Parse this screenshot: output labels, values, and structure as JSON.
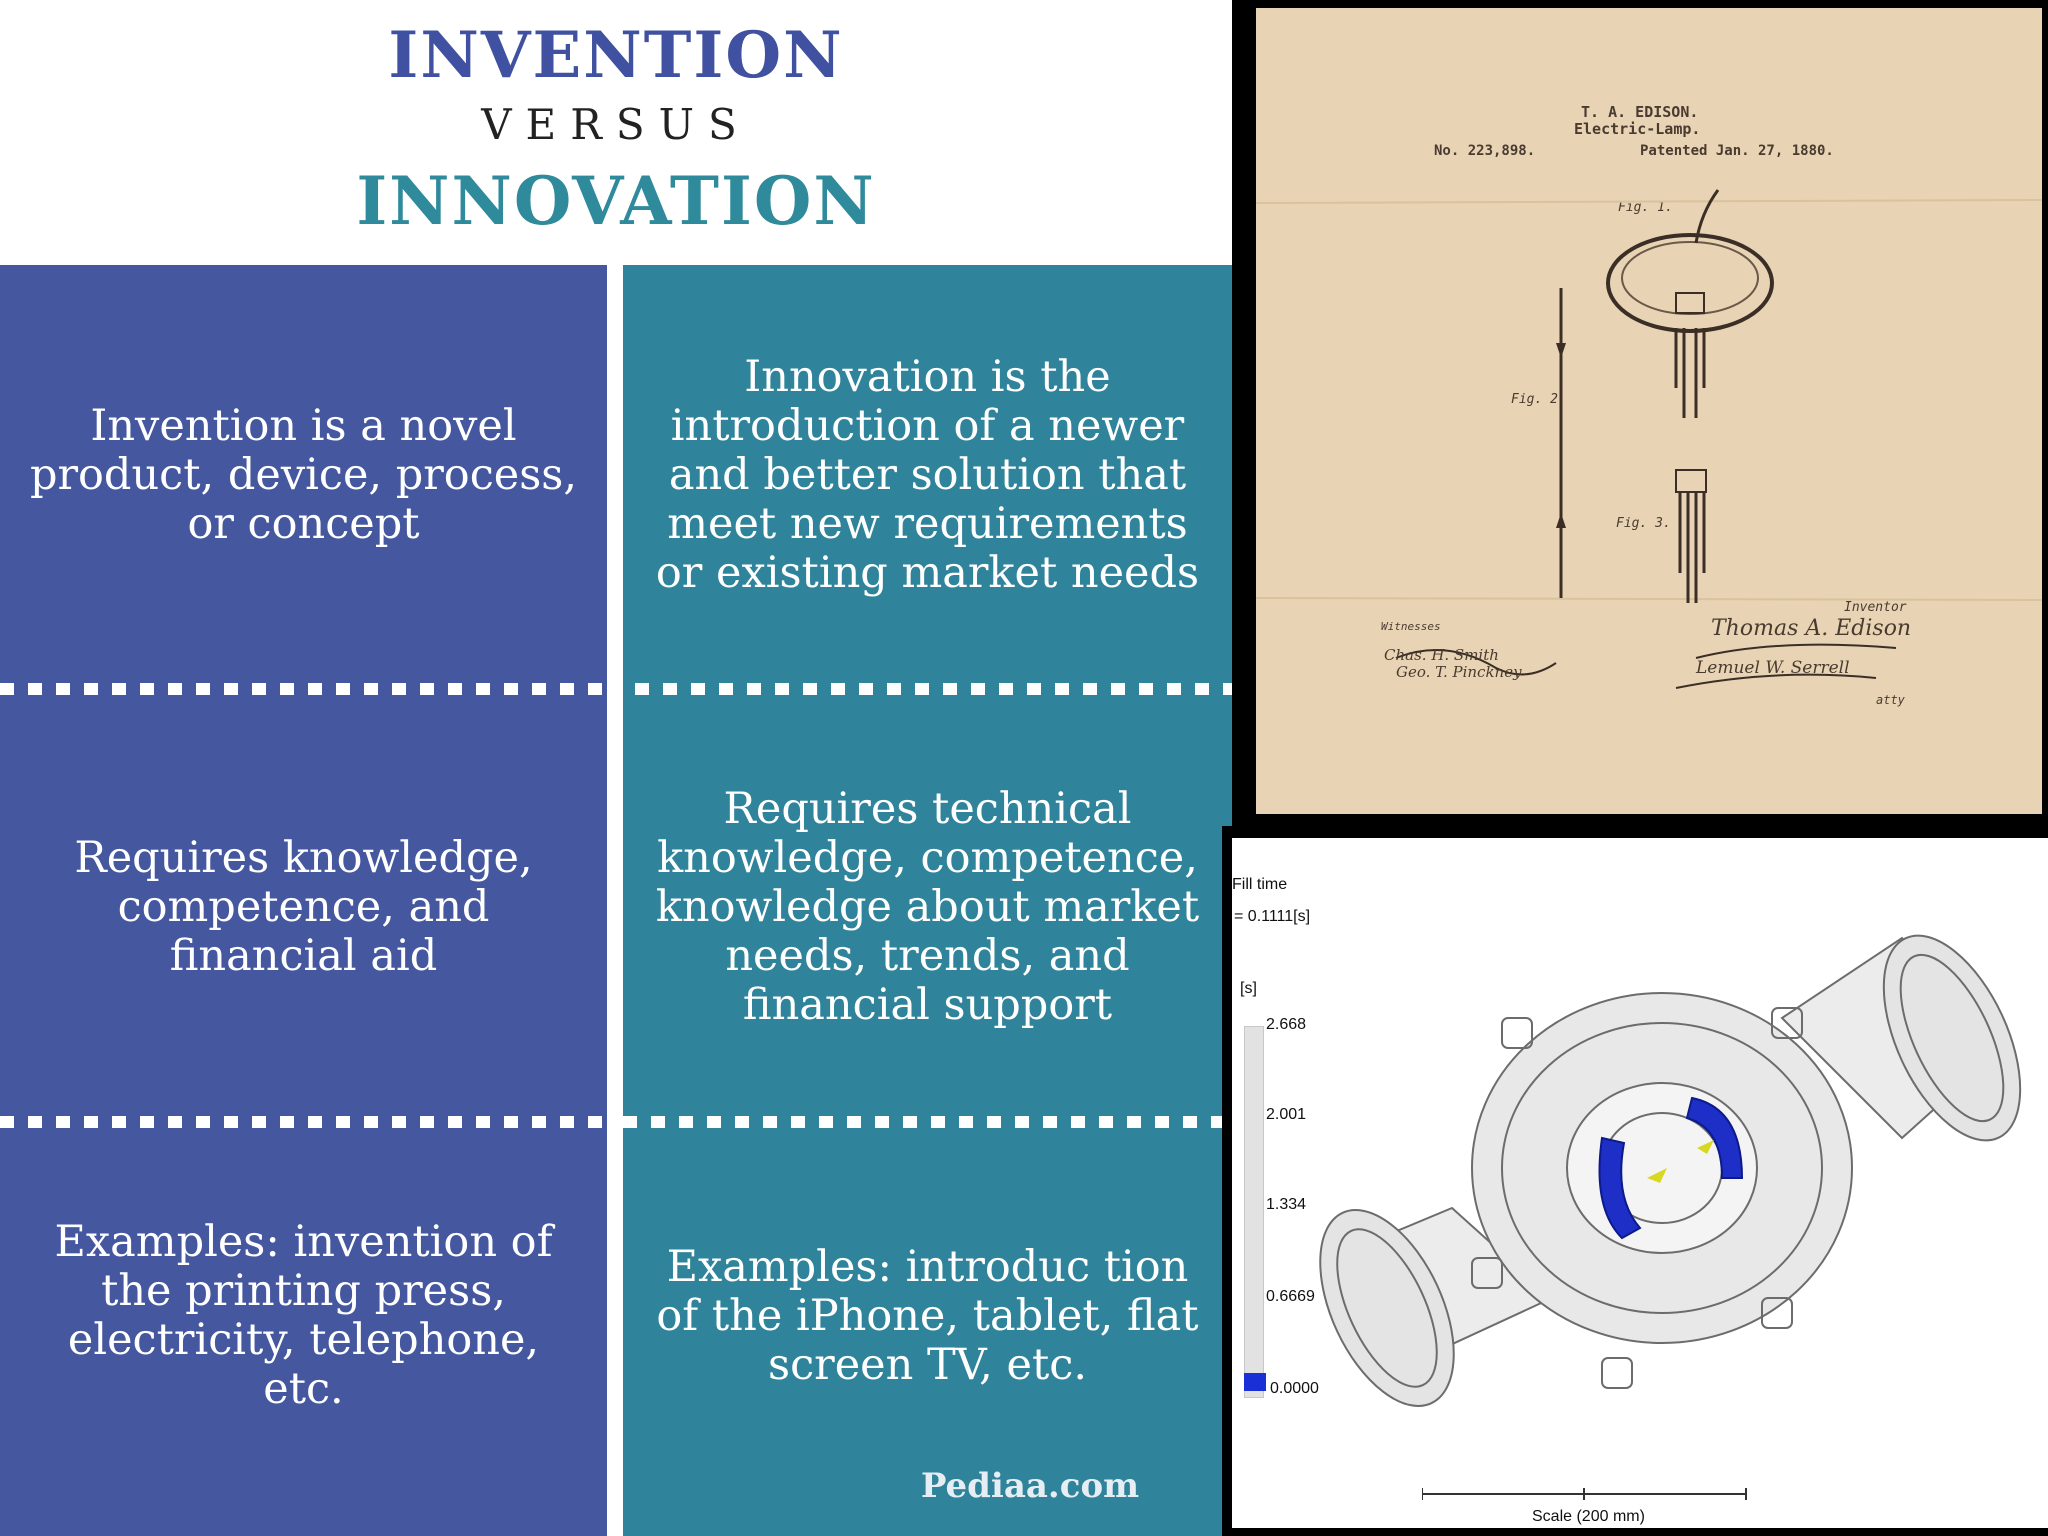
{
  "title": {
    "invention": "INVENTION",
    "versus": "VERSUS",
    "innovation": "INNOVATION"
  },
  "rows": [
    {
      "invention": "Invention is a novel product, device, process, or concept",
      "innovation": "Innovation is the introduction of a newer and better solution that meet new requirements or existing market needs"
    },
    {
      "invention": "Requires knowledge, competence, and financial aid",
      "innovation": "Requires technical knowledge, competence, knowledge about market needs, trends, and financial support"
    },
    {
      "invention": "Examples: invention of the printing press, electricity, telephone, etc.",
      "innovation": "Examples: introduc tion of the iPhone, tablet, flat screen TV, etc."
    }
  ],
  "credit": "Pediaa.com",
  "patent": {
    "name": "T. A. EDISON.",
    "subject": "Electric-Lamp.",
    "number": "No. 223,898.",
    "date": "Patented Jan. 27, 1880.",
    "fig1": "Fig. 1.",
    "fig2": "Fig. 2.",
    "fig3": "Fig. 3.",
    "witnesses": "Witnesses",
    "inventor": "Inventor",
    "signature": "Thomas A. Edison",
    "attorney": "Lemuel W. Serrell",
    "witness_sig1": "Chas. H. Smith",
    "witness_sig2": "Geo. T. Pinckney",
    "atty": "atty"
  },
  "simulation": {
    "label": "Fill time",
    "value": "= 0.1111[s]",
    "unit": "[s]",
    "scale_values": [
      "2.668",
      "2.001",
      "1.334",
      "0.6669",
      "0.0000"
    ],
    "scale_caption": "Scale (200 mm)",
    "colors": {
      "legend_fill": "#1a2fd6",
      "part_blue": "#1e2fc8"
    }
  }
}
